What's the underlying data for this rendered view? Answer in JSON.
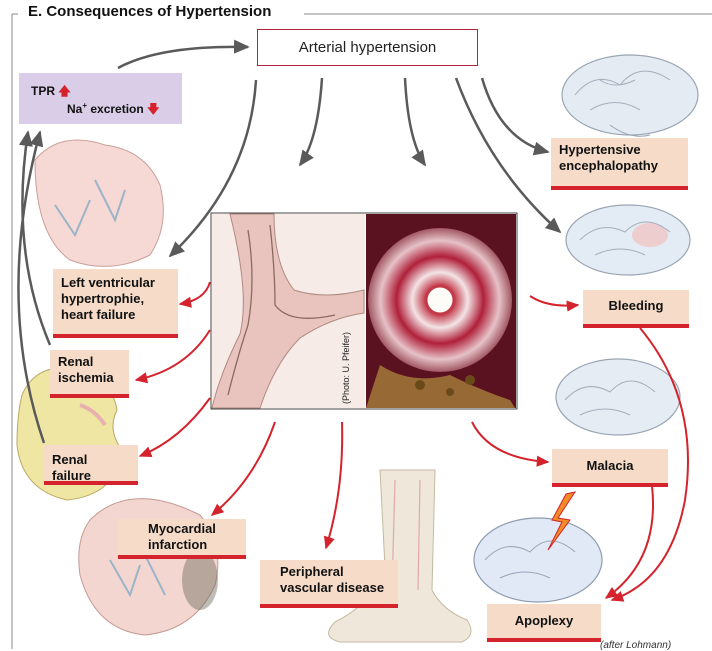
{
  "title": "E. Consequences of Hypertension",
  "center": "Arterial hypertension",
  "tpr": {
    "line1": "TPR",
    "line2_prefix": "Na",
    "line2_sup": "+",
    "line2_suffix": " excretion",
    "up_arrow": "🡅",
    "down_arrow": "🡇"
  },
  "labels": {
    "hypertensive_enc_1": "Hypertensive",
    "hypertensive_enc_2": "encephalopathy",
    "bleeding": "Bleeding",
    "malacia": "Malacia",
    "apoplexy": "Apoplexy",
    "lvh_1": "Left ventricular",
    "lvh_2": "hypertrophie,",
    "lvh_3": "heart failure",
    "renal_ischemia_1": "Renal",
    "renal_ischemia_2": "ischemia",
    "renal_failure": "Renal failure",
    "myocardial_1": "Myocardial",
    "myocardial_2": "infarction",
    "peripheral_1": "Peripheral",
    "peripheral_2": "vascular disease"
  },
  "photo_caption": "(Photo: U. Pfeifer)",
  "credit": "(after Lohmann)",
  "colors": {
    "accent_red": "#d4232c",
    "label_bg": "#f6dcc8",
    "tpr_bg": "#d9cde8",
    "arrow_gray": "#5a5a5a"
  }
}
